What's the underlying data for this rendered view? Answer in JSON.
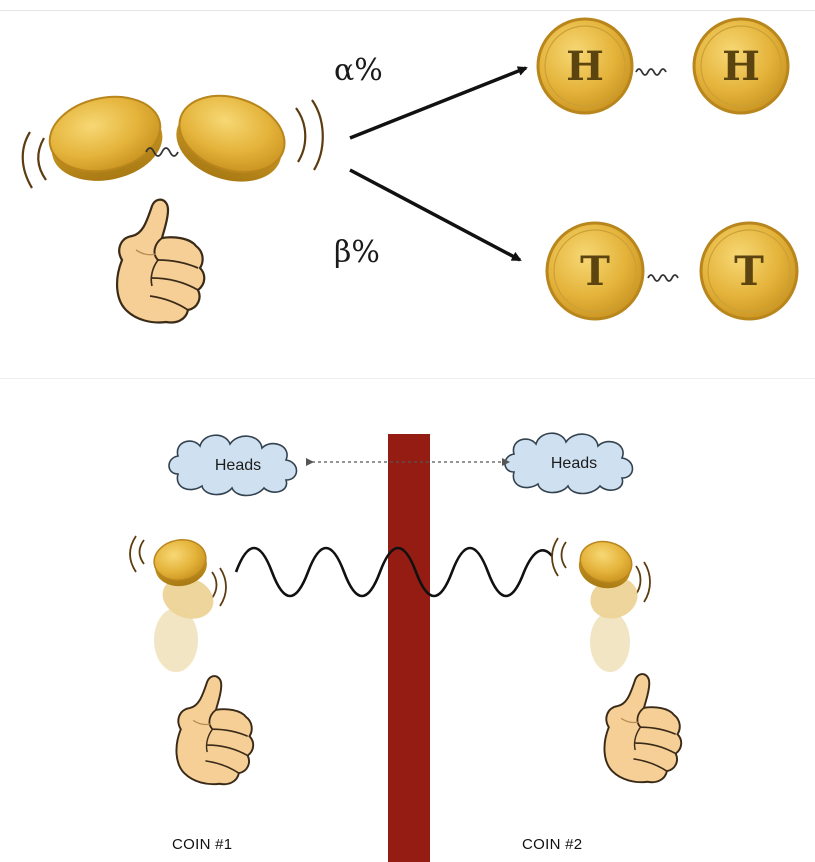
{
  "top": {
    "alpha_label": "α%",
    "beta_label": "β%",
    "heads_pair": [
      "H",
      "H"
    ],
    "tails_pair": [
      "T",
      "T"
    ]
  },
  "bottom": {
    "cloud_left": "Heads",
    "cloud_right": "Heads",
    "coin1_caption": "COIN #1",
    "coin2_caption": "COIN #2"
  },
  "colors": {
    "coin_gold": "#e6b83f",
    "coin_rim": "#b8861c",
    "wall": "#951c12",
    "cloud_fill": "#cfe0f0",
    "hand_fill": "#f5cf96"
  },
  "icons": [
    "coin-icon",
    "thumb-flip-hand-icon",
    "cloud-icon",
    "spring-link-icon",
    "wall-barrier"
  ]
}
